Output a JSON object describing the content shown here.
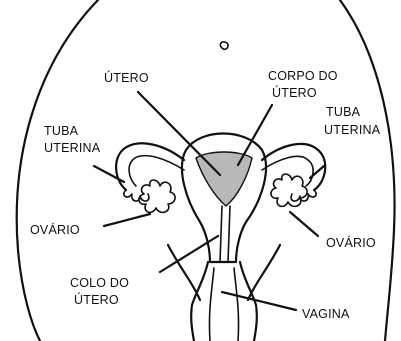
{
  "labels": {
    "utero": "ÚTERO",
    "corpo_line1": "CORPO DO",
    "corpo_line2": "ÚTERO",
    "tuba_left_line1": "TUBA",
    "tuba_left_line2": "UTERINA",
    "tuba_right_line1": "TUBA",
    "tuba_right_line2": "UTERINA",
    "ovario_left": "OVÁRIO",
    "ovario_right": "OVÁRIO",
    "colo_line1": "COLO DO",
    "colo_line2": "ÚTERO",
    "vagina": "VAGINA"
  },
  "colors": {
    "line": "#111111",
    "uterine_cavity": "#b8b8b8",
    "background": "#ffffff"
  }
}
